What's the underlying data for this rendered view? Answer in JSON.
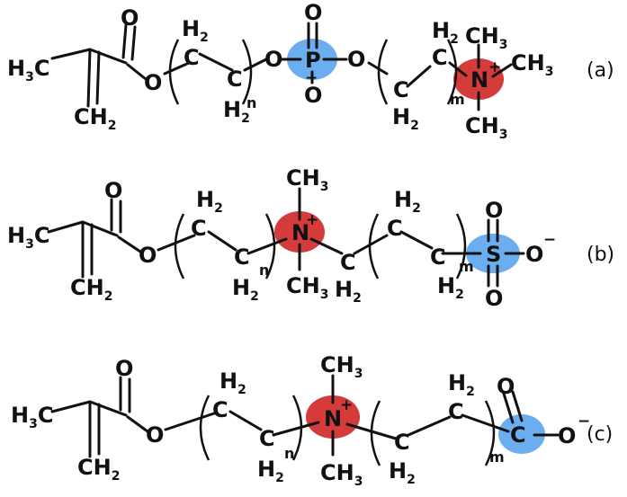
{
  "colors": {
    "anion_site": "#6aaef0",
    "cation_site": "#d63b3b",
    "ink": "#111111"
  },
  "labels": {
    "a": "(a)",
    "b": "(b)",
    "c": "(c)"
  },
  "atoms": {
    "H": "H",
    "C": "C",
    "O": "O",
    "P": "P",
    "N": "N",
    "S": "S",
    "sub2": "2",
    "sub3": "3",
    "plus": "+",
    "minus": "−",
    "n": "n",
    "m": "m"
  }
}
